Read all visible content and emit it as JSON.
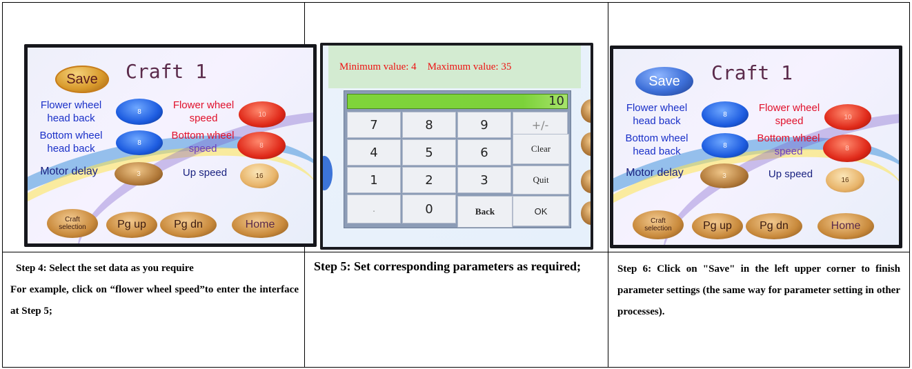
{
  "step4": {
    "screen": {
      "save_label": "Save",
      "title": "Craft 1",
      "flower_wheel_head_back": [
        "Flower wheel",
        "head back"
      ],
      "flower_wheel_head_back_value": "8",
      "flower_wheel_speed": [
        "Flower wheel",
        "speed"
      ],
      "flower_wheel_speed_value": "10",
      "bottom_wheel_head_back": [
        "Bottom wheel",
        "head back"
      ],
      "bottom_wheel_head_back_value": "8",
      "bottom_wheel_speed": [
        "Bottom wheel",
        "speed"
      ],
      "bottom_wheel_speed_value": "8",
      "motor_delay": "Motor delay",
      "motor_delay_value": "3",
      "up_speed": "Up speed",
      "up_speed_value": "16",
      "craft_selection": [
        "Craft",
        "selection"
      ],
      "pg_up": "Pg up",
      "pg_dn": "Pg dn",
      "home": "Home"
    },
    "caption": {
      "line1": "Step 4: Select the set data as you require",
      "line2": "For example, click on “flower wheel speed”to enter the interface at Step 5;"
    }
  },
  "step5": {
    "screen": {
      "min_value": "Minimum value: 4",
      "max_value": "Maximum value: 35",
      "display_value": "10",
      "keys": [
        "7",
        "8",
        "9",
        "+/-",
        "4",
        "5",
        "6",
        "Clear",
        "1",
        "2",
        "3",
        "Quit",
        ".",
        "0",
        "Back",
        "OK"
      ]
    },
    "caption": {
      "text": "Step 5: Set corresponding parameters as required;"
    }
  },
  "step6": {
    "screen": {
      "save_label": "Save",
      "title": "Craft 1",
      "flower_wheel_head_back": [
        "Flower wheel",
        "head back"
      ],
      "flower_wheel_head_back_value": "8",
      "flower_wheel_speed": [
        "Flower wheel",
        "speed"
      ],
      "flower_wheel_speed_value": "10",
      "bottom_wheel_head_back": [
        "Bottom wheel",
        "head back"
      ],
      "bottom_wheel_head_back_value": "8",
      "bottom_wheel_speed": [
        "Bottom wheel",
        "speed"
      ],
      "bottom_wheel_speed_value": "8",
      "motor_delay": "Motor delay",
      "motor_delay_value": "3",
      "up_speed": "Up speed",
      "up_speed_value": "16",
      "craft_selection": [
        "Craft",
        "selection"
      ],
      "pg_up": "Pg up",
      "pg_dn": "Pg dn",
      "home": "Home"
    },
    "caption": {
      "text": "Step 6: Click on \"Save\" in the left upper corner to finish parameter settings (the same way for parameter setting in other processes)."
    }
  }
}
